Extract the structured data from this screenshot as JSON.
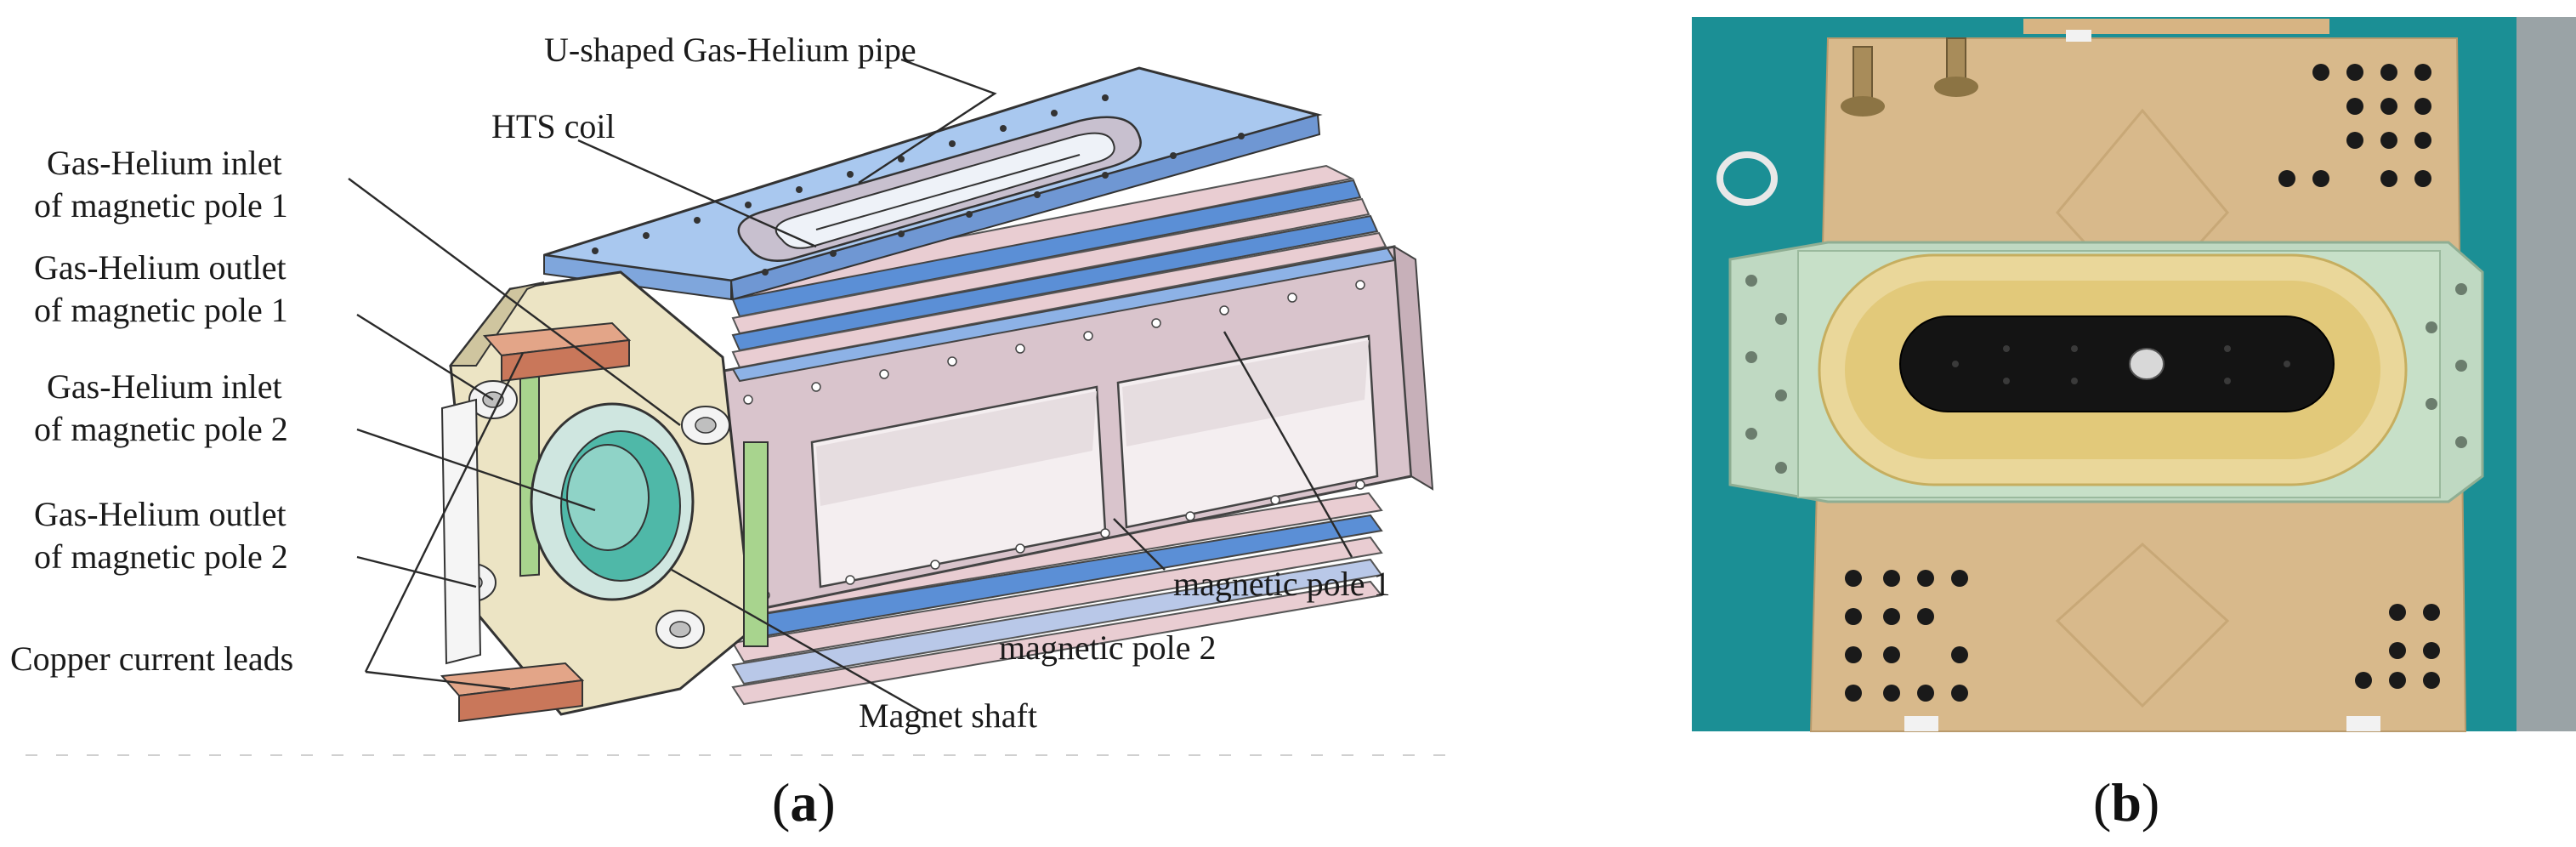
{
  "panel_a": {
    "labels": {
      "u_pipe": "U-shaped Gas-Helium pipe",
      "hts_coil": "HTS coil",
      "inlet1_l1": "Gas-Helium inlet",
      "inlet1_l2": "of magnetic pole 1",
      "outlet1_l1": "Gas-Helium outlet",
      "outlet1_l2": "of magnetic pole 1",
      "inlet2_l1": "Gas-Helium inlet",
      "inlet2_l2": "of magnetic pole 2",
      "outlet2_l1": "Gas-Helium outlet",
      "outlet2_l2": "of magnetic pole 2",
      "copper_leads": "Copper current leads",
      "magnet_shaft": "Magnet shaft",
      "pole1": "magnetic pole 1",
      "pole2": "magnetic pole 2"
    },
    "caption": {
      "open": "(",
      "letter": "a",
      "close": ")"
    }
  },
  "panel_b": {
    "caption": {
      "open": "(",
      "letter": "b",
      "close": ")"
    }
  },
  "colors": {
    "pole1_blue": "#5b8fd6",
    "pole2_pink": "#e9cdd2",
    "frame_pink": "#d9c4cc",
    "end_plate": "#ece4c4",
    "end_green": "#a8d48e",
    "copper": "#d98a6c",
    "teal_mat": "#1b8f95",
    "board": "#d8b98b",
    "g10_plate": "#bfd9c2",
    "coil_yellow": "#ead79a",
    "coil_black": "#141414"
  }
}
